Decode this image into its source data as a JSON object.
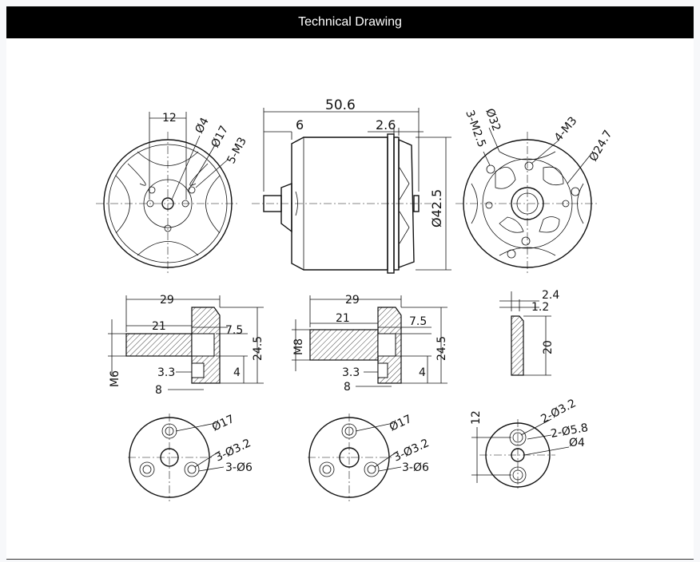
{
  "header": {
    "title": "Technical Drawing"
  },
  "front_view": {
    "dim_12": "12",
    "dia_4": "Ø4",
    "dia_17": "Ø17",
    "holes": "5-M3"
  },
  "side_view": {
    "length": "50.6",
    "dim_6": "6",
    "dim_2_6": "2.6",
    "diameter": "Ø42.5"
  },
  "back_view": {
    "holes_m25": "3-M2.5",
    "dia_32": "Ø32",
    "holes_m3": "4-M3",
    "dia_24_7": "Ø24.7"
  },
  "adapter_m6": {
    "len_29": "29",
    "len_21": "21",
    "dim_7_5": "7.5",
    "dim_24_5": "24.5",
    "thread": "M6",
    "dim_3_3": "3.3",
    "dim_4": "4",
    "dim_8": "8"
  },
  "adapter_m8": {
    "len_29": "29",
    "len_21": "21",
    "dim_7_5": "7.5",
    "dim_24_5": "24.5",
    "thread": "M8",
    "dim_3_3": "3.3",
    "dim_4": "4",
    "dim_8": "8"
  },
  "plate_side": {
    "dim_2_4": "2.4",
    "dim_1_2": "1.2",
    "dim_20": "20"
  },
  "adapter_m6_top": {
    "dia_17": "Ø17",
    "holes_3_2": "3-Ø3.2",
    "holes_6": "3-Ø6"
  },
  "adapter_m8_top": {
    "dia_17": "Ø17",
    "holes_3_2": "3-Ø3.2",
    "holes_6": "3-Ø6"
  },
  "plate_top": {
    "dim_12": "12",
    "holes_3_2": "2-Ø3.2",
    "holes_5_8": "2-Ø5.8",
    "dia_4": "Ø4"
  }
}
